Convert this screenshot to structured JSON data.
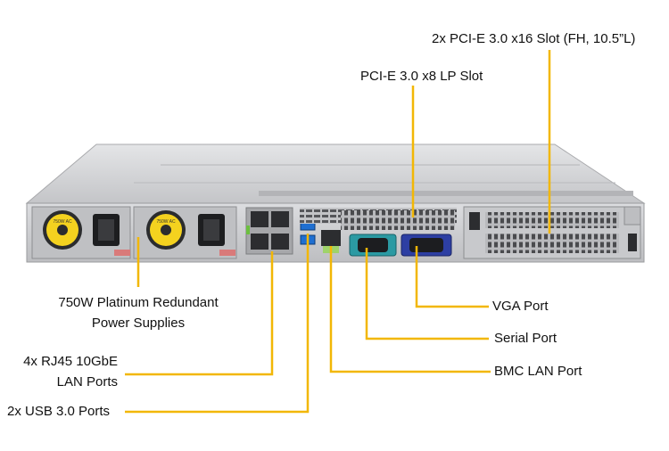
{
  "labels": {
    "pcie_x16": "2x PCI-E 3.0 x16 Slot (FH, 10.5”L)",
    "pcie_x8": "PCI-E 3.0 x8 LP Slot",
    "psu_line1": "750W Platinum Redundant",
    "psu_line2": "Power Supplies",
    "rj45_line1": "4x RJ45 10GbE",
    "rj45_line2": "LAN Ports",
    "usb": "2x USB 3.0 Ports",
    "vga": "VGA Port",
    "serial": "Serial Port",
    "bmc": "BMC LAN Port"
  },
  "psu": {
    "rating_text": "750W AC"
  },
  "colors": {
    "callout_line": "#f2b705",
    "chassis": "#c9cacc",
    "rear_panel": "#d4d5d7",
    "usb_blue": "#1f6fd1",
    "vga_blue": "#2d3fa3",
    "serial_teal": "#2b9aa3",
    "psu_yellow": "#f4d21f"
  }
}
